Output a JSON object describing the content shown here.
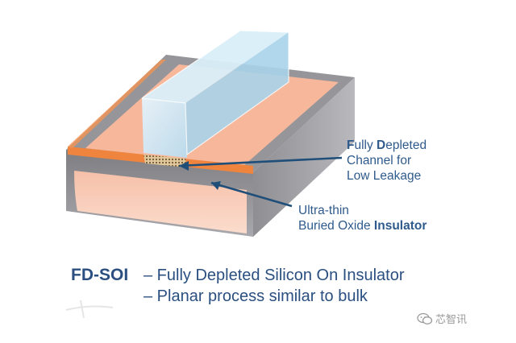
{
  "callouts": {
    "channel": {
      "line1_b1": "F",
      "line1_t1": "ully ",
      "line1_b2": "D",
      "line1_t2": "epleted",
      "line2": "Channel for",
      "line3": "Low Leakage"
    },
    "insulator": {
      "line1": "Ultra-thin",
      "line2_t": "Buried Oxide ",
      "line2_b": "Insulator"
    }
  },
  "caption": {
    "label": "FD-SOI",
    "line1": "– Fully Depleted Silicon On Insulator",
    "line2": "– Planar process similar to bulk"
  },
  "watermark": {
    "icon": "wechat-icon",
    "text": "芯智讯"
  },
  "colors": {
    "text_blue": "#2f5a8c",
    "arrow_blue": "#1f4e79",
    "silicon_gray": "#8c8c90",
    "orange_film": "#f08a4a",
    "salmon_substrate": "#f5b49a",
    "gate_blue": "#cfe6f5"
  }
}
